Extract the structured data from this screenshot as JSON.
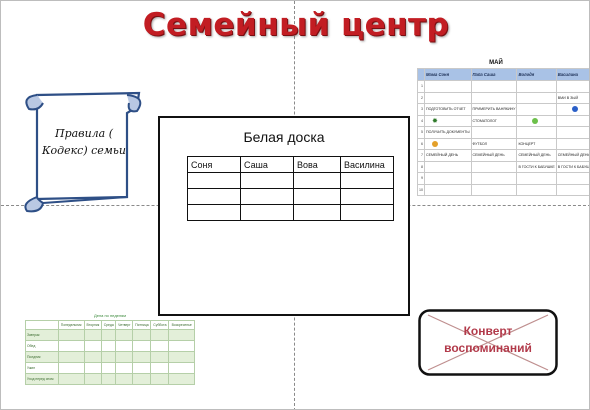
{
  "title": "Семейный центр",
  "scroll": {
    "lines": [
      "Правила (",
      "Кодекс) семьи"
    ]
  },
  "board": {
    "title": "Белая доска",
    "headers": [
      "Соня",
      "Саша",
      "Вова",
      "Василина"
    ]
  },
  "calendar": {
    "month": "МАЙ",
    "headers": [
      "",
      "Мама Соня",
      "Папа Саша",
      "Володя",
      "Василина"
    ],
    "rows": [
      [
        "1",
        "",
        "",
        "",
        ""
      ],
      [
        "2",
        "",
        "",
        "",
        "ВМИ В ЗЫЙ"
      ],
      [
        "3",
        "ПОДГОТОВИТЬ ОТЧЕТ",
        "ПРИМЕРИТЬ ВАНЯКИНУ",
        "",
        ""
      ],
      [
        "4",
        "",
        "СТОМАТОЛОГ",
        "",
        ""
      ],
      [
        "5",
        "ПОЛУЧИТЬ ДОКУМЕНТЫ",
        "",
        "",
        ""
      ],
      [
        "6",
        "",
        "ФУТБОЛ",
        "КОНЦЕРТ",
        ""
      ],
      [
        "7",
        "СЕМЕЙНЫЙ ДЕНЬ",
        "СЕМЕЙНЫЙ ДЕНЬ",
        "СЕМЕЙНЫЙ ДЕНЬ",
        "СЕМЕЙНЫЙ ДЕНЬ"
      ],
      [
        "8",
        "",
        "",
        "В ГОСТИ К БАБУШКЕ",
        "В ГОСТИ К БАБУШКЕ"
      ],
      [
        "9",
        "",
        "",
        "",
        ""
      ],
      [
        "10",
        "",
        "",
        "",
        ""
      ]
    ]
  },
  "envelope": {
    "lines": [
      "Конверт",
      "воспоминаний"
    ]
  },
  "timetable": {
    "title": "Дела по неделям",
    "headers": [
      "",
      "Понедельник",
      "Вторник",
      "Среда",
      "Четверг",
      "Пятница",
      "Суббота",
      "Воскресенье"
    ],
    "rows": [
      "Завтрак",
      "Обед",
      "Полдник",
      "Ужин",
      "Уход перед сном"
    ]
  },
  "colors": {
    "title": "#c21d23",
    "calendar_header": "#a9c2e6",
    "envelope_text": "#b23a4a",
    "scroll_outline": "#2e4f86"
  }
}
